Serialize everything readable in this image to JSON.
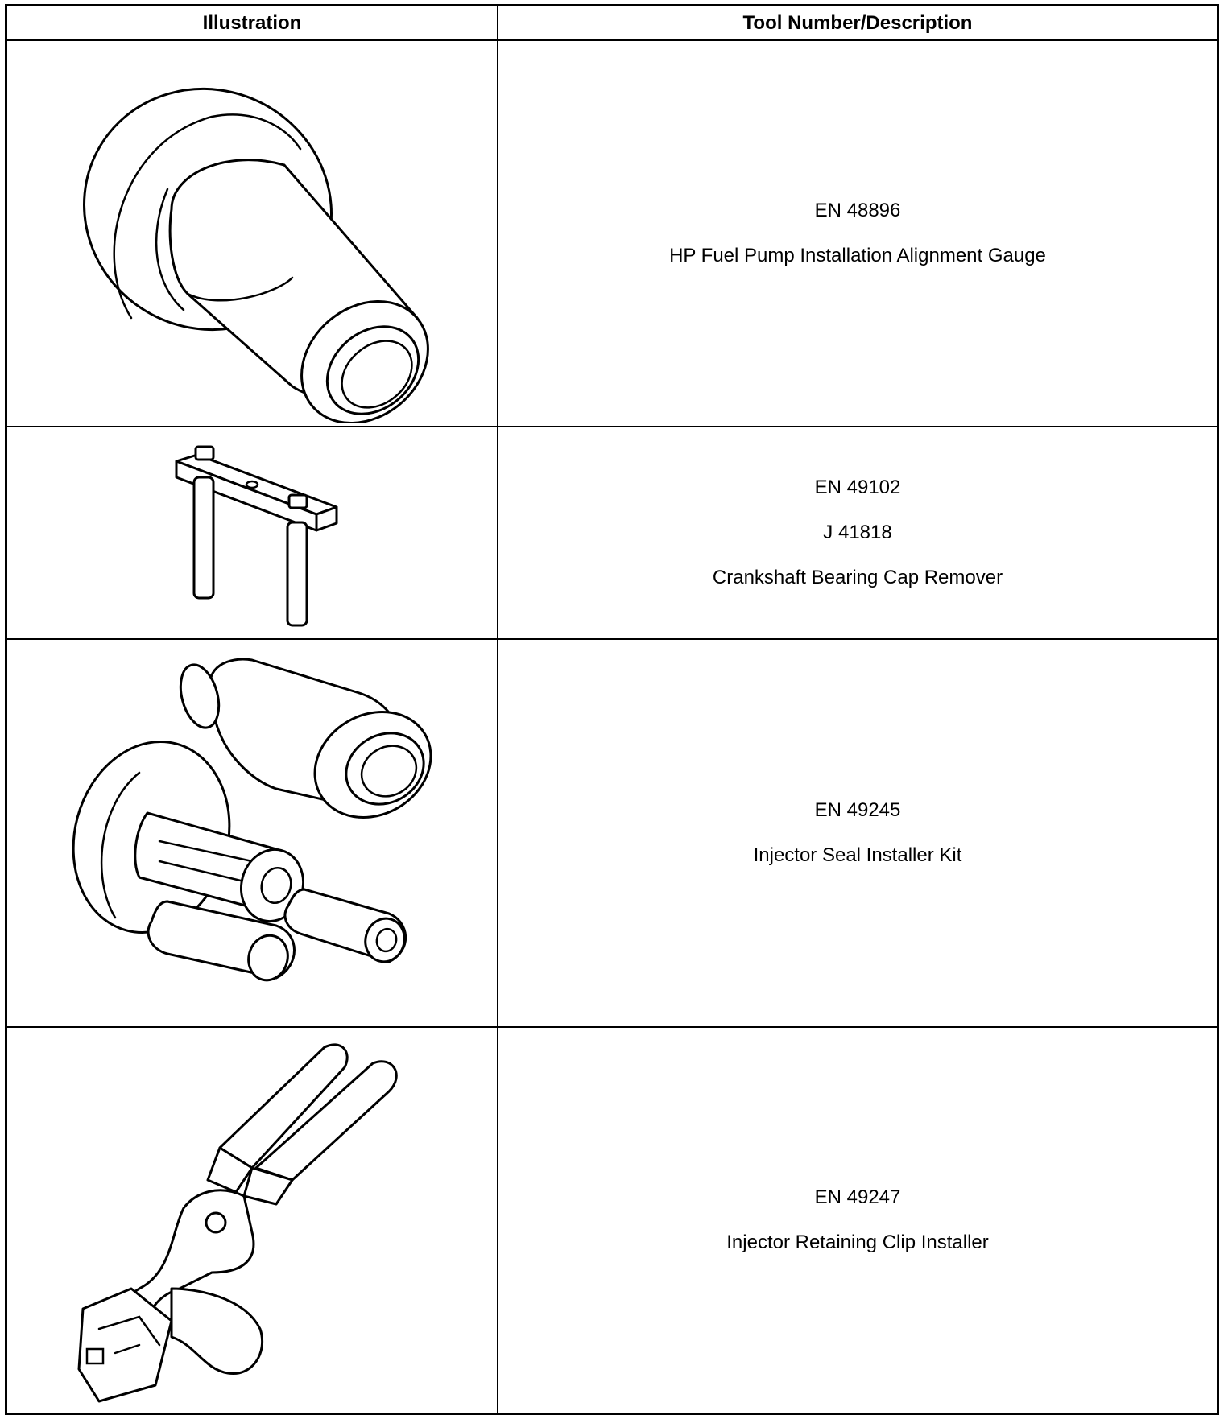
{
  "header": {
    "illustration": "Illustration",
    "description": "Tool Number/Description"
  },
  "rows": [
    {
      "icon": "alignment-gauge-icon",
      "lines": [
        "EN 48896",
        "HP Fuel Pump Installation Alignment Gauge"
      ]
    },
    {
      "icon": "bearing-cap-remover-icon",
      "lines": [
        "EN 49102",
        "J 41818",
        "Crankshaft Bearing Cap Remover"
      ]
    },
    {
      "icon": "seal-installer-kit-icon",
      "lines": [
        "EN 49245",
        "Injector Seal Installer Kit"
      ]
    },
    {
      "icon": "retaining-clip-installer-icon",
      "lines": [
        "EN 49247",
        "Injector Retaining Clip Installer"
      ]
    }
  ]
}
